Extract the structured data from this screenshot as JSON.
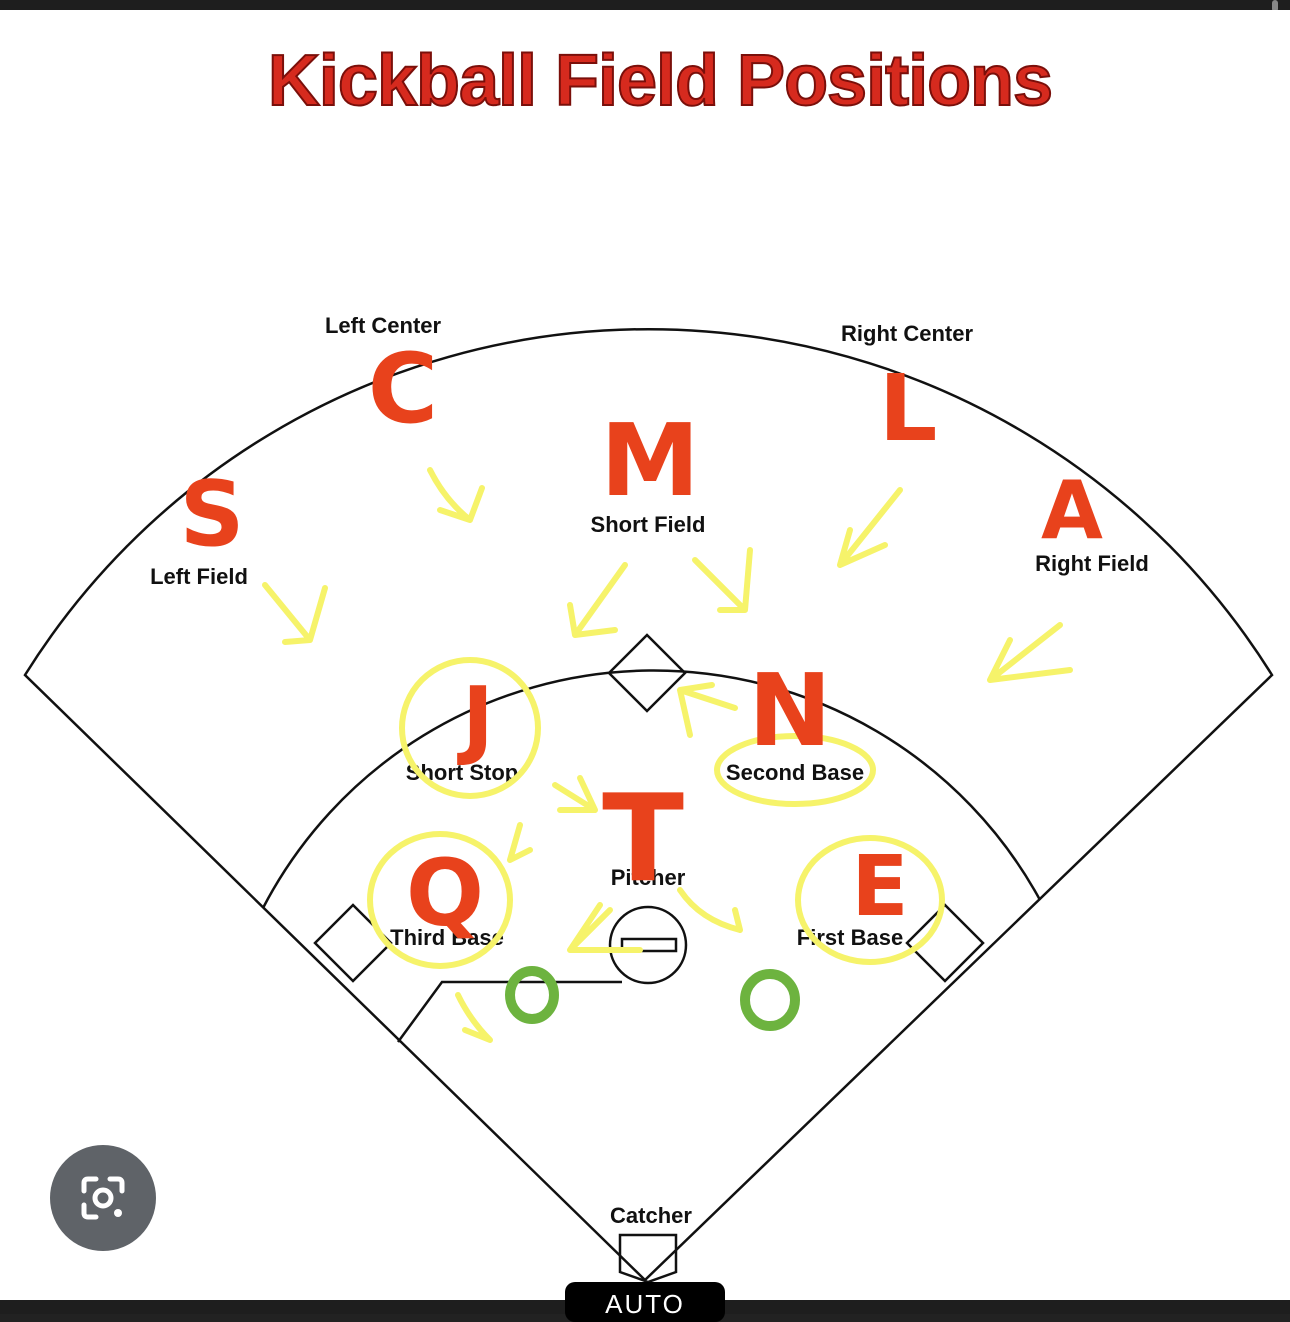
{
  "diagram": {
    "title": "Kickball Field Positions",
    "positions": {
      "left_center": "Left Center",
      "right_center": "Right Center",
      "short_field": "Short Field",
      "left_field": "Left Field",
      "right_field": "Right Field",
      "short_stop": "Short Stop",
      "second_base": "Second Base",
      "pitcher": "Pitcher",
      "third_base": "Third Base",
      "first_base": "First Base",
      "catcher": "Catcher"
    },
    "handwritten_letters": {
      "left_center": "C",
      "short_field": "M",
      "right_center": "L",
      "left_field": "S",
      "right_field": "A",
      "short_stop": "J",
      "second_base": "N",
      "pitcher": "T",
      "third_base": "Q",
      "first_base": "E"
    },
    "colors": {
      "annotation_red": "#e8421c",
      "highlight_yellow": "#f6f36a",
      "marker_green": "#6db33f",
      "title_red": "#d62a1e"
    }
  },
  "overlay": {
    "lens_icon": "google-lens-icon",
    "auto_label": "AUTO"
  }
}
